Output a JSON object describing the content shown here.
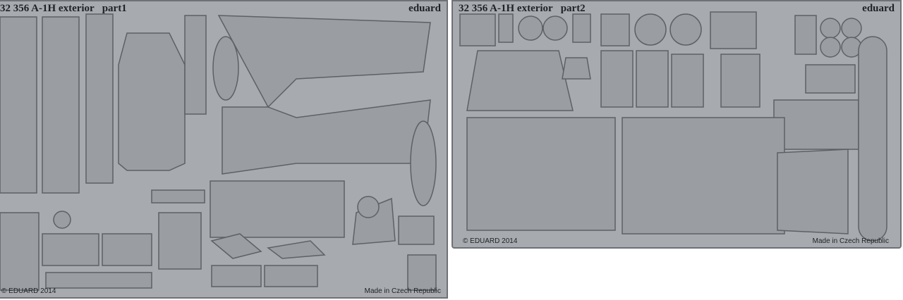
{
  "fret1": {
    "title": "32 356 A-1H exterior   part1",
    "brand": "eduard",
    "copyright": "© EDUARD 2014",
    "origin": "Made in Czech Republic"
  },
  "fret2": {
    "title": "32 356 A-1H exterior   part2",
    "brand": "eduard",
    "copyright": "© EDUARD 2014",
    "origin": "Made in Czech Republic"
  },
  "colors": {
    "metal": "#a7abaf",
    "outline": "#5d6165",
    "text": "#1e2226"
  }
}
